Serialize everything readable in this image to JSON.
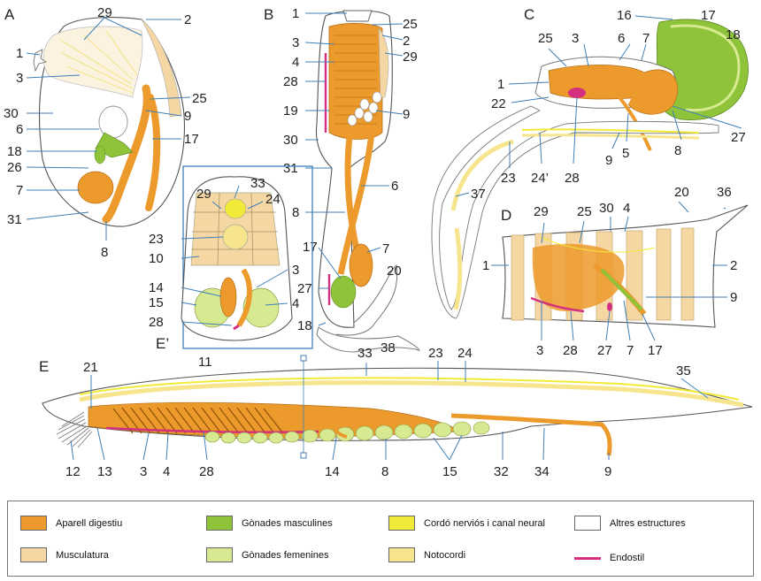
{
  "panels": [
    "A",
    "B",
    "C",
    "D",
    "E",
    "E’"
  ],
  "labels": {
    "a": [
      "29",
      "2",
      "1",
      "3",
      "25",
      "30",
      "9",
      "6",
      "17",
      "18",
      "26",
      "7",
      "31",
      "8"
    ],
    "b": [
      "1",
      "25",
      "2",
      "29",
      "3",
      "4",
      "28",
      "19",
      "9",
      "30",
      "31",
      "6",
      "8",
      "7",
      "17",
      "27",
      "20",
      "18",
      "38"
    ],
    "c": [
      "16",
      "17",
      "18",
      "25",
      "3",
      "6",
      "7",
      "1",
      "22",
      "28",
      "8",
      "27",
      "9",
      "5",
      "23",
      "24’",
      "37"
    ],
    "d": [
      "20",
      "36",
      "29",
      "25",
      "30",
      "4",
      "1",
      "2",
      "9",
      "3",
      "28",
      "27",
      "7",
      "17"
    ],
    "eprime": [
      "33",
      "29",
      "24",
      "23",
      "10",
      "3",
      "14",
      "15",
      "4",
      "28",
      "11"
    ],
    "e": [
      "21",
      "33",
      "23",
      "24",
      "35",
      "12",
      "13",
      "3",
      "4",
      "28",
      "14",
      "8",
      "15",
      "32",
      "34",
      "9"
    ]
  },
  "legend": [
    {
      "label": "Aparell digestiu",
      "color": "#ec9a2c",
      "kind": "box"
    },
    {
      "label": "Musculatura",
      "color": "#f5d7a4",
      "kind": "box"
    },
    {
      "label": "Gònades masculines",
      "color": "#8fc43a",
      "kind": "box"
    },
    {
      "label": "Gònades femenines",
      "color": "#d7ea92",
      "kind": "box"
    },
    {
      "label": "Cordó nerviós i canal neural",
      "color": "#f2ea38",
      "kind": "box"
    },
    {
      "label": "Notocordi",
      "color": "#f7e58e",
      "kind": "box"
    },
    {
      "label": "Altres estructures",
      "color": "#ffffff",
      "kind": "box"
    },
    {
      "label": "Endostil",
      "color": "#d3307f",
      "kind": "line"
    }
  ],
  "colors": {
    "digestive": "#ec9a2c",
    "muscle": "#f5d7a4",
    "male_gonad": "#8fc43a",
    "female_gonad": "#d7ea92",
    "nerve_cord": "#f2ea38",
    "notochord": "#f7e58e",
    "endostyle": "#d3307f",
    "leader_line": "#3f7fb8"
  }
}
